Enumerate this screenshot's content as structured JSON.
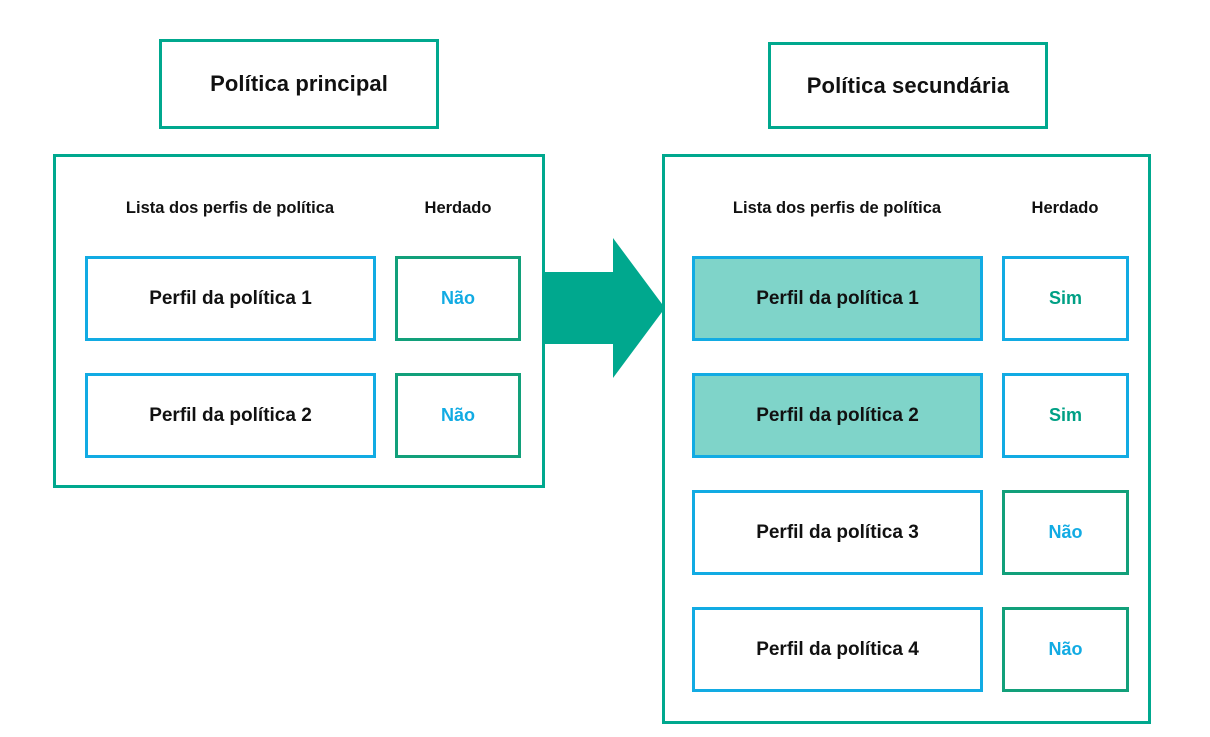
{
  "diagram": {
    "title_primary": "Política principal",
    "title_secondary": "Política secundária",
    "arrow_label": "inheritance-arrow",
    "colors": {
      "teal_border": "#00a88e",
      "blue_border": "#12abe3",
      "green_border": "#12a07a",
      "highlight_fill": "#7fd4c9",
      "yes_text": "#00a085",
      "no_text": "#12abe3",
      "label_text": "#111111"
    }
  },
  "primary_panel": {
    "headers": {
      "list": "Lista dos perfis de política",
      "inherited": "Herdado"
    },
    "rows": [
      {
        "profile": "Perfil da política 1",
        "inherited": "Não",
        "selected": false,
        "inherited_state": "no"
      },
      {
        "profile": "Perfil da política 2",
        "inherited": "Não",
        "selected": false,
        "inherited_state": "no"
      }
    ]
  },
  "secondary_panel": {
    "headers": {
      "list": "Lista dos perfis de política",
      "inherited": "Herdado"
    },
    "rows": [
      {
        "profile": "Perfil da política 1",
        "inherited": "Sim",
        "selected": true,
        "inherited_state": "yes"
      },
      {
        "profile": "Perfil da política 2",
        "inherited": "Sim",
        "selected": true,
        "inherited_state": "yes"
      },
      {
        "profile": "Perfil da política 3",
        "inherited": "Não",
        "selected": false,
        "inherited_state": "no"
      },
      {
        "profile": "Perfil da política 4",
        "inherited": "Não",
        "selected": false,
        "inherited_state": "no"
      }
    ]
  }
}
